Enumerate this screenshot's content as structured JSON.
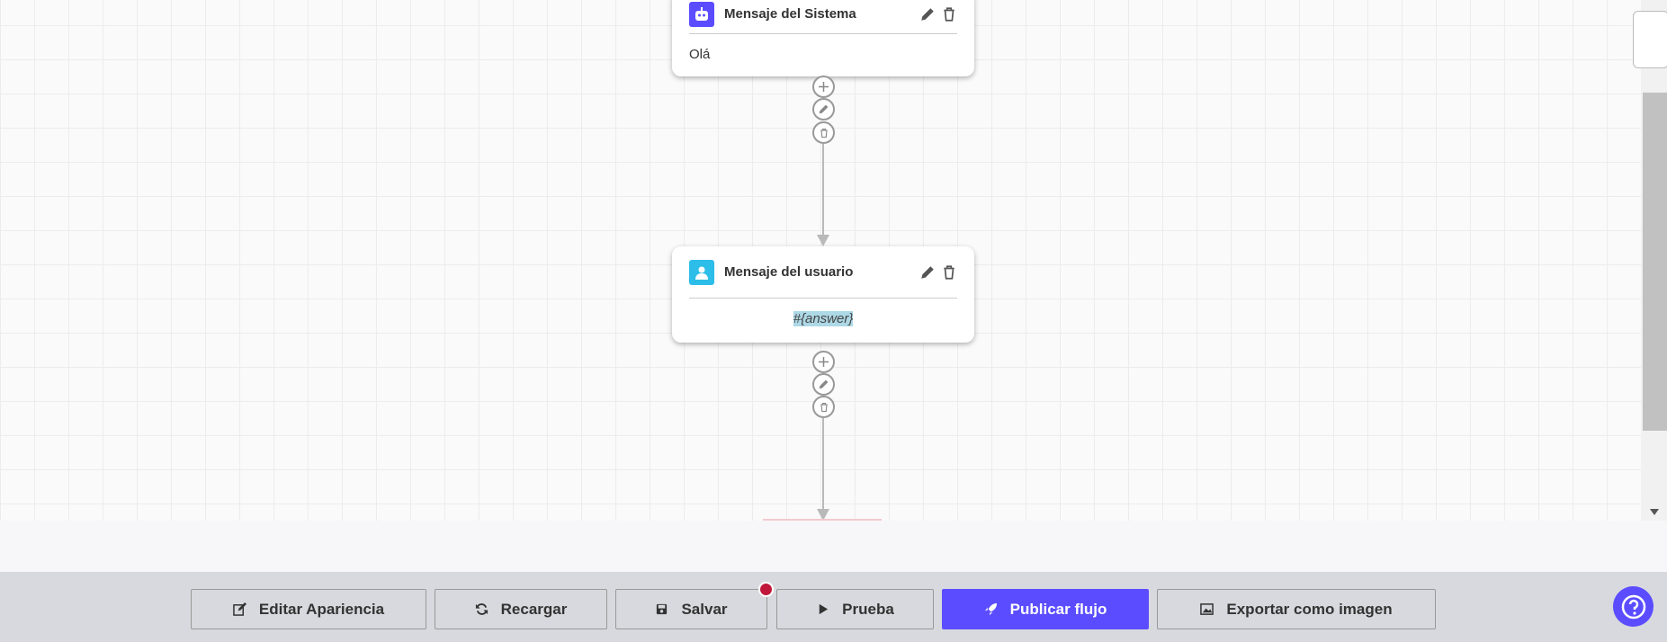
{
  "nodes": [
    {
      "type": "system",
      "title": "Mensaje del Sistema",
      "content": "Olá",
      "icon": "robot-icon",
      "color": "#5b4dff"
    },
    {
      "type": "user",
      "title": "Mensaje del usuario",
      "content": "#{answer}",
      "icon": "user-icon",
      "color": "#2dbde9"
    }
  ],
  "toolbar": {
    "edit_label": "Editar Apariencia",
    "reload_label": "Recargar",
    "save_label": "Salvar",
    "test_label": "Prueba",
    "publish_label": "Publicar flujo",
    "export_label": "Exportar como imagen"
  },
  "colors": {
    "accent": "#5b4dff",
    "unsaved_dot": "#c0183a",
    "highlight": "#add8e6"
  }
}
